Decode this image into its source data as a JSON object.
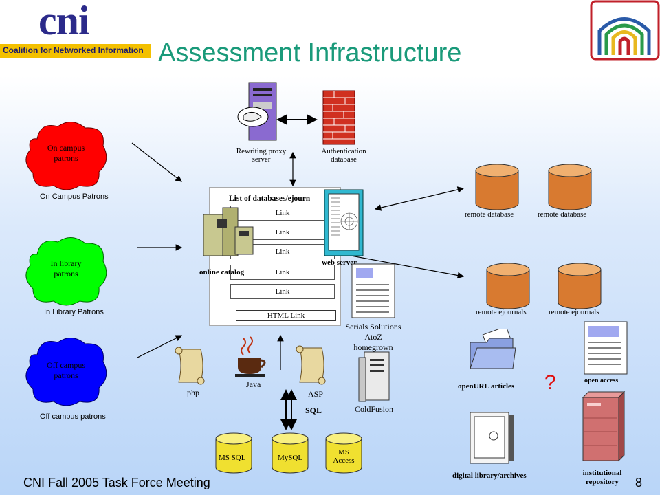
{
  "header": {
    "logo_text": "cni",
    "logo_subtitle": "Coalition for Networked Information",
    "title": "Assessment Infrastructure"
  },
  "patrons": [
    {
      "cloud_label": "On campus patrons",
      "caption": "On Campus Patrons",
      "color": "#ff0000"
    },
    {
      "cloud_label": "In library patrons",
      "caption": "In Library Patrons",
      "color": "#00ff00"
    },
    {
      "cloud_label": "Off campus patrons",
      "caption": "Off campus patrons",
      "color": "#0000ff"
    }
  ],
  "servers": {
    "proxy_label": "Rewriting proxy server",
    "auth_label": "Authentication database"
  },
  "portal": {
    "heading": "List of databases/ejourn",
    "links": [
      "Link",
      "Link",
      "Link",
      "Link",
      "Link"
    ],
    "html_link": "HTML Link",
    "catalog_label": "online catalog",
    "web_server_label": "web server"
  },
  "remote": {
    "databases": [
      "remote database",
      "remote database"
    ],
    "ejournals": [
      "remote ejournals",
      "remote ejournals"
    ]
  },
  "serials": {
    "line1": "Serials Solutions",
    "line2": "AtoZ",
    "line3": "homegrown"
  },
  "tech": {
    "php": "php",
    "java": "Java",
    "asp": "ASP",
    "sql": "SQL",
    "coldfusion": "ColdFusion"
  },
  "databases": [
    "MS SQL",
    "MySQL",
    "MS Access"
  ],
  "outputs": {
    "openurl": "openURL articles",
    "open_access": "open access",
    "digital_library": "digital library/archives",
    "institutional_repository": "institutional repository",
    "question": "?"
  },
  "footer": {
    "text": "CNI Fall 2005 Task Force Meeting",
    "page": "8"
  }
}
